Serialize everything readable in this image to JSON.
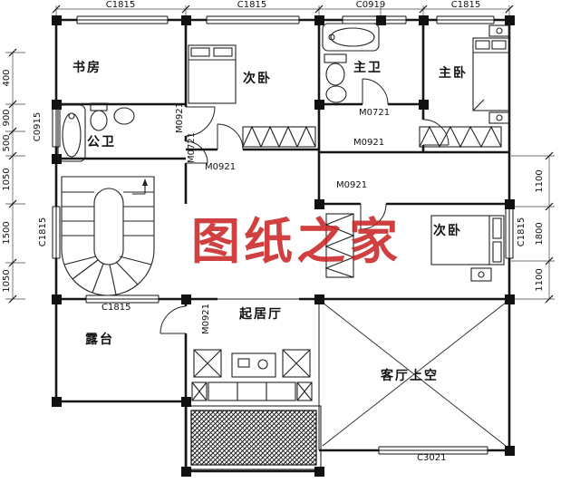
{
  "watermark": "图纸之家",
  "rooms": {
    "study": "书房",
    "bedroom_top": "次卧",
    "master_bath": "主卫",
    "master_bedroom": "主卧",
    "public_bath": "公卫",
    "bedroom_right": "次卧",
    "living": "起居厅",
    "terrace": "露台",
    "void": "客厅上空"
  },
  "top_windows": [
    "C1815",
    "C1815",
    "C0919",
    "C1815"
  ],
  "side_windows": {
    "left_upper": "C0915",
    "left_lower": "C1815",
    "right": "C1815",
    "terrace": "C1815",
    "bottom": "C3021"
  },
  "doors": {
    "study": "M0921",
    "public_bath": "M0721",
    "bedroom_top": "M0921",
    "master_bath": "M0721",
    "master_bedroom": "M0921",
    "bedroom_right": "M0921",
    "terrace_door": "M0921"
  },
  "dimensions": {
    "left": [
      "400",
      "900",
      "500",
      "1050",
      "1500",
      "1050"
    ],
    "right": [
      "1100",
      "1800",
      "1100"
    ]
  }
}
